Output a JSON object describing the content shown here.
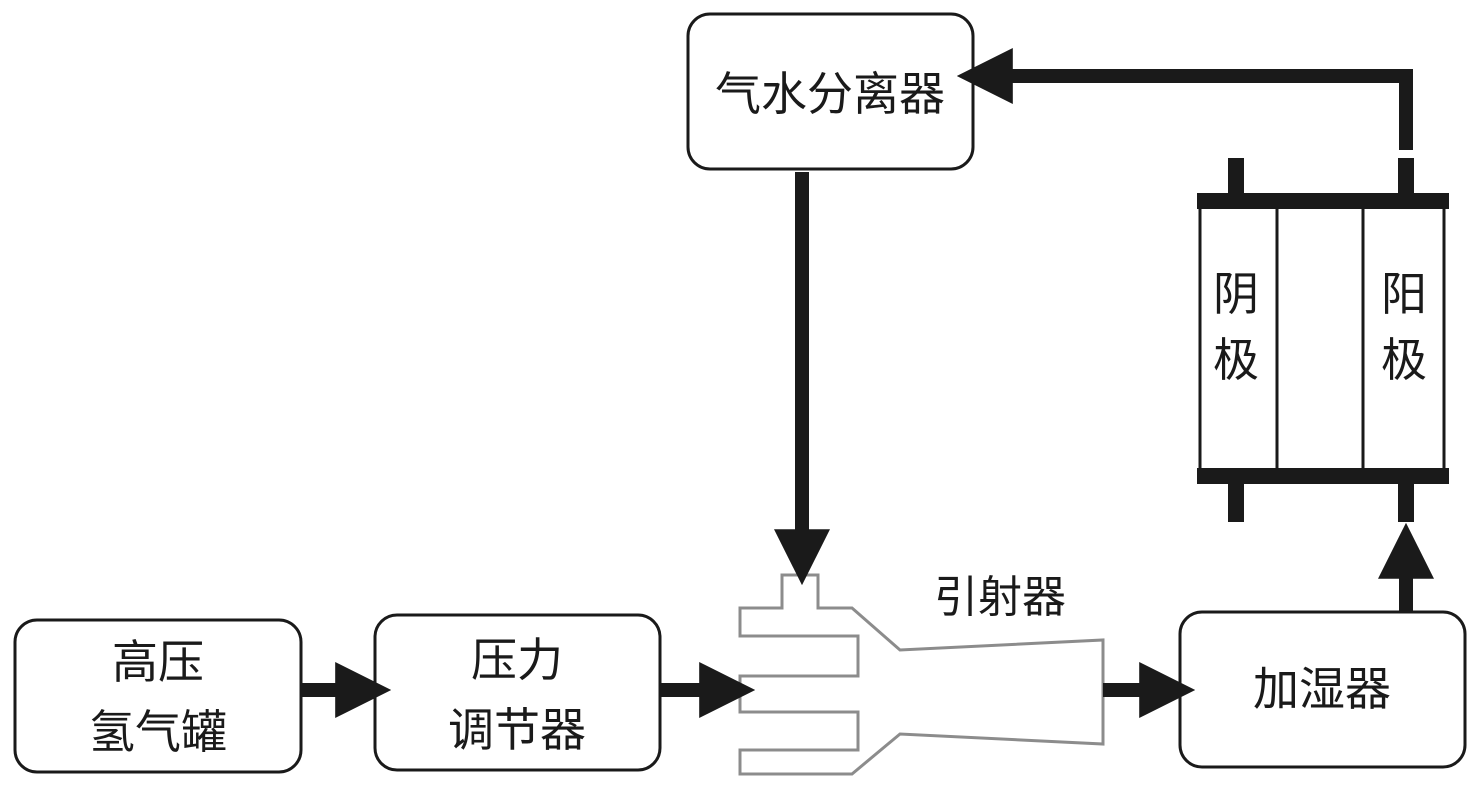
{
  "nodes": {
    "tank": {
      "line1": "高压",
      "line2": "氢气罐"
    },
    "regulator": {
      "line1": "压力",
      "line2": "调节器"
    },
    "separator": {
      "label": "气水分离器"
    },
    "ejector": {
      "label": "引射器"
    },
    "humidifier": {
      "label": "加湿器"
    },
    "stack": {
      "cathode": {
        "char1": "阴",
        "char2": "极"
      },
      "anode": {
        "char1": "阳",
        "char2": "极"
      }
    }
  },
  "colors": {
    "stroke": "#1a1a1a",
    "ejector_outline": "#8c8c8c",
    "background": "#ffffff"
  }
}
